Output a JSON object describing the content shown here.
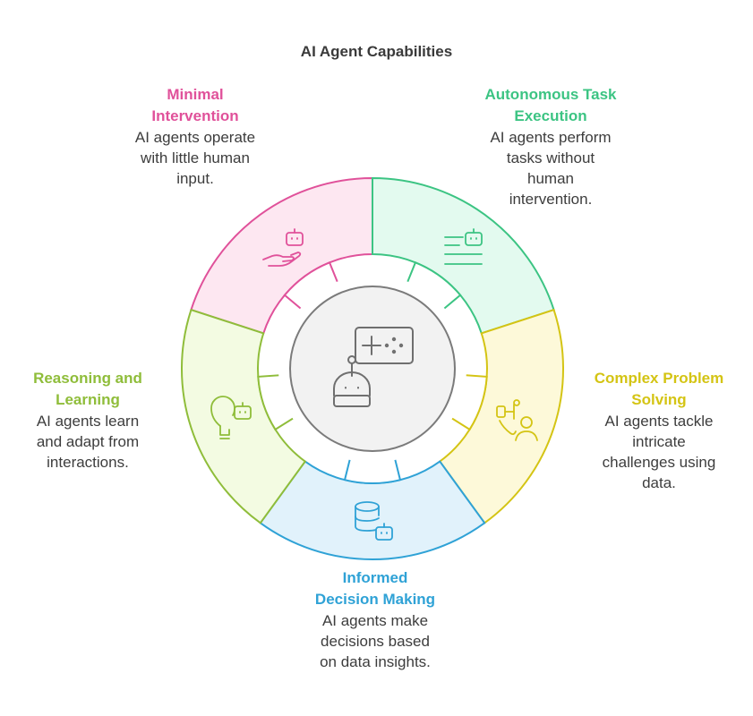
{
  "title": "AI Agent Capabilities",
  "segments": [
    {
      "id": "minimal-intervention",
      "heading": "Minimal\nIntervention",
      "description": "AI agents operate\nwith little human\ninput.",
      "color": "#e0519a",
      "fill": "#fde7f1",
      "icon": "robot-hand-icon"
    },
    {
      "id": "autonomous-task-execution",
      "heading": "Autonomous Task\nExecution",
      "description": "AI agents perform\ntasks without\nhuman\nintervention.",
      "color": "#3cc483",
      "fill": "#e3faef",
      "icon": "robot-list-icon"
    },
    {
      "id": "complex-problem-solving",
      "heading": "Complex Problem\nSolving",
      "description": "AI agents tackle\nintricate\nchallenges using\ndata.",
      "color": "#d4c414",
      "fill": "#fdf9d9",
      "icon": "problem-solving-person-icon"
    },
    {
      "id": "informed-decision-making",
      "heading": "Informed\nDecision Making",
      "description": "AI agents make\ndecisions based\non data insights.",
      "color": "#2fa2d6",
      "fill": "#e1f2fb",
      "icon": "database-robot-icon"
    },
    {
      "id": "reasoning-and-learning",
      "heading": "Reasoning and\nLearning",
      "description": "AI agents learn\nand adapt from\ninteractions.",
      "color": "#8fbd3a",
      "fill": "#f3fbe2",
      "icon": "lightbulb-robot-icon"
    }
  ],
  "center": {
    "icon": "robot-gamepad-icon",
    "fill": "#f2f2f2",
    "stroke": "#7b7b7b"
  }
}
